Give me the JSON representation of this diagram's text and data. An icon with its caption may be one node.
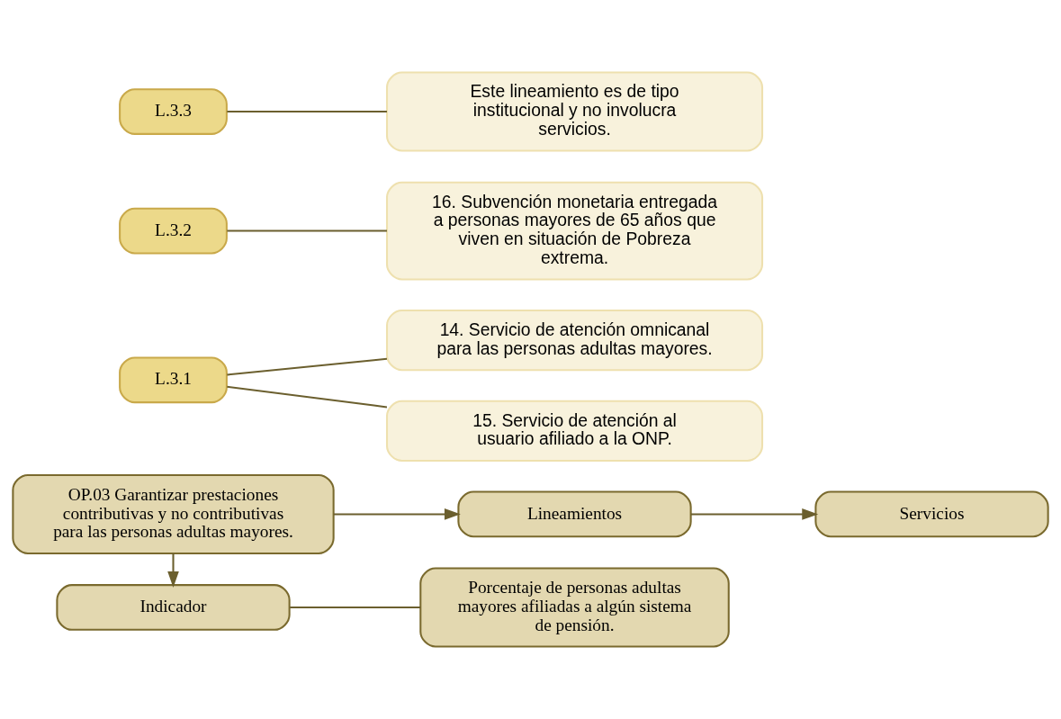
{
  "diagram": {
    "nodes": [
      {
        "text": [
          "OP.03 Garantizar prestaciones contributivas y no contributivas para las personas adultas mayores."
        ]
      },
      {
        "text": [
          "Lineamientos"
        ]
      },
      {
        "text": [
          "Servicios"
        ]
      },
      {
        "text": [
          "Indicador"
        ]
      },
      {
        "text": [
          "Porcentaje de personas adultas mayores afiliadas a algún sistema de pensión."
        ]
      },
      {
        "text": [
          "L.3.1"
        ]
      },
      {
        "text": [
          "14. Servicio de atención omnicanal para las personas adultas mayores."
        ]
      },
      {
        "text": [
          "15. Servicio de atención al usuario afiliado a la ONP."
        ]
      },
      {
        "text": [
          "L.3.2"
        ]
      },
      {
        "text": [
          "16. Subvención monetaria entregada a personas mayores de 65 años que viven en situación de Pobreza extrema."
        ]
      },
      {
        "text": [
          "L.3.3"
        ]
      },
      {
        "text": [
          "Este lineamiento es de tipo institucional y no involucra servicios."
        ]
      }
    ],
    "edges": [
      {
        "from": 0,
        "to": 1,
        "arrow": "to"
      },
      {
        "from": 1,
        "to": 2,
        "arrow": "to"
      },
      {
        "from": 0,
        "to": 3,
        "arrow": "to"
      },
      {
        "from": 3,
        "to": 4,
        "arrow": "none"
      },
      {
        "from": 5,
        "to": 6,
        "arrow": "none"
      },
      {
        "from": 5,
        "to": 7,
        "arrow": "none"
      },
      {
        "from": 8,
        "to": 9,
        "arrow": "none"
      },
      {
        "from": 10,
        "to": 11,
        "arrow": "none"
      }
    ]
  }
}
